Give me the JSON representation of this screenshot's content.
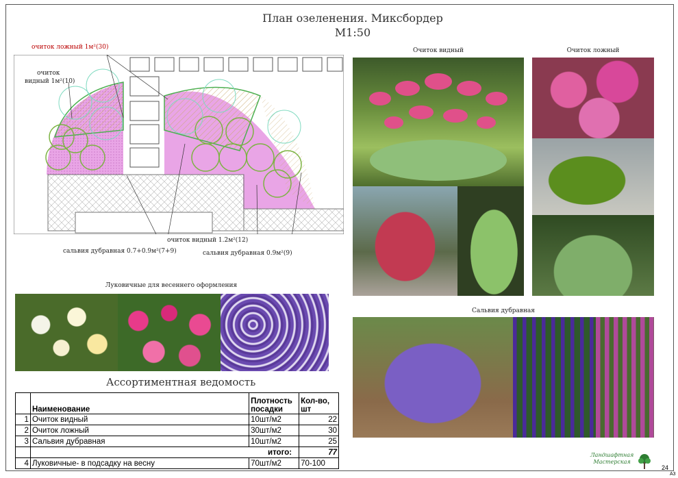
{
  "title": {
    "line1": "План озеленения. Миксбордер",
    "line2": "М1:50"
  },
  "plan_labels": {
    "sedum_false_30": "очиток ложный 1м²(30)",
    "sedum_showy_10_a": "очиток",
    "sedum_showy_10_b": "видный 1м²(10)",
    "salvia_7_9": "сальвия дубравная 0.7+0.9м²(7+9)",
    "sedum_showy_12": "очиток видный 1.2м²(12)",
    "salvia_9": "сальвия дубравная 0.9м²(9)"
  },
  "captions": {
    "sedum_showy": "Очиток видный",
    "sedum_false": "Очиток ложный",
    "salvia": "Сальвия дубравная",
    "bulbs": "Луковичные для весеннего оформления"
  },
  "table": {
    "title": "Ассортиментная ведомость",
    "headers": {
      "name": "Наименование",
      "density1": "Плотность",
      "density2": "посадки",
      "qty1": "Кол-во,",
      "qty2": "шт"
    },
    "rows": [
      {
        "n": "1",
        "name": "Очиток видный",
        "density": "10шт/м2",
        "qty": "22"
      },
      {
        "n": "2",
        "name": "Очиток ложный",
        "density": "30шт/м2",
        "qty": "30"
      },
      {
        "n": "3",
        "name": "Сальвия дубравная",
        "density": "10шт/м2",
        "qty": "25"
      }
    ],
    "total_label": "итого:",
    "total_value": "77",
    "extra_row": {
      "n": "4",
      "name": "Луковичные- в подсадку на весну",
      "density": "70шт/м2",
      "qty": "70-100"
    }
  },
  "logo": {
    "line1": "Ландшафтная",
    "line2": "Мастерская"
  },
  "page_number": "24",
  "sheet_format": "А3",
  "colors": {
    "pink": "#e48ee0",
    "green": "#4caf50",
    "hatch": "#c9a96e"
  }
}
